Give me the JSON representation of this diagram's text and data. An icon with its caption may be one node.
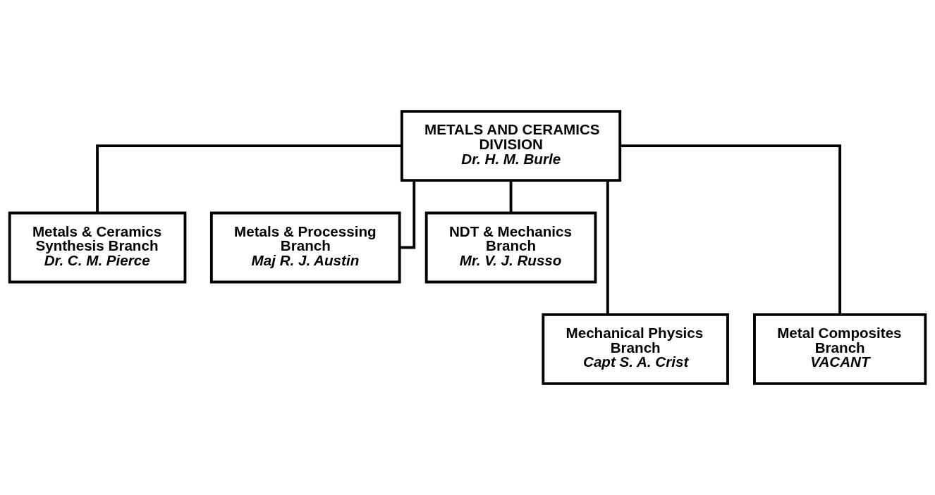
{
  "diagram": {
    "nodes": [
      {
        "text": [
          "METALS AND CERAMICS DIVISION",
          "Dr. H. M. Burle"
        ]
      },
      {
        "text": [
          "Metals & Ceramics Synthesis Branch",
          "Dr. C. M. Pierce"
        ]
      },
      {
        "text": [
          "Metals & Processing Branch",
          "Maj R. J. Austin"
        ]
      },
      {
        "text": [
          "NDT & Mechanics Branch",
          "Mr. V. J. Russo"
        ]
      },
      {
        "text": [
          "Mechanical Physics Branch",
          "Capt S. A. Crist"
        ]
      },
      {
        "text": [
          "Metal Composites Branch",
          "VACANT"
        ]
      }
    ],
    "edges": [
      {
        "from": 0,
        "to": 1,
        "arrow": "none"
      },
      {
        "from": 0,
        "to": 4,
        "arrow": "none"
      },
      {
        "from": 0,
        "to": 2,
        "arrow": "none"
      },
      {
        "from": 0,
        "to": 5,
        "arrow": "none"
      },
      {
        "from": 0,
        "to": 3,
        "arrow": "none"
      }
    ]
  }
}
